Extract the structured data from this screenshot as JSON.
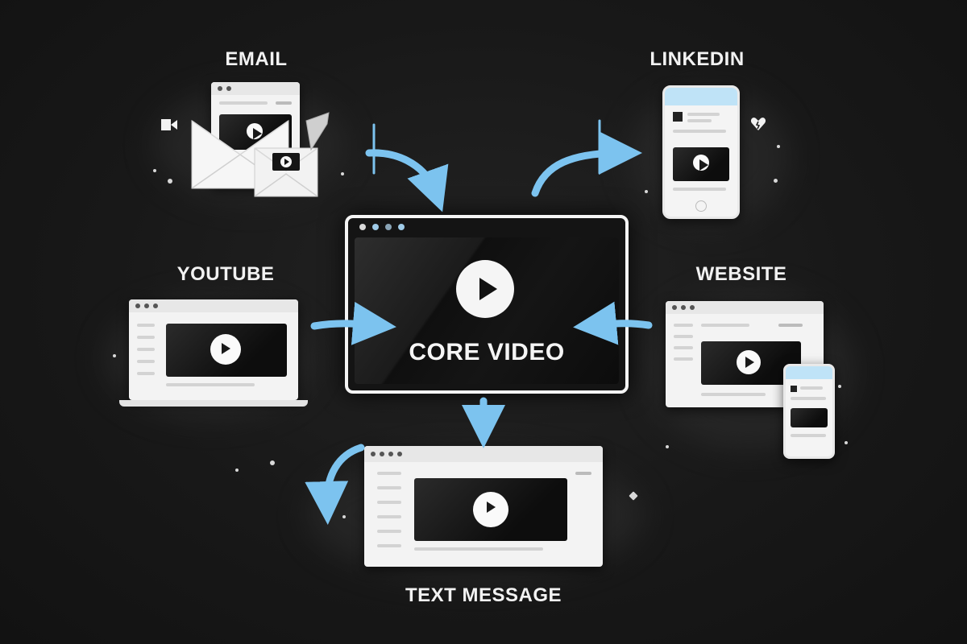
{
  "labels": {
    "email": "EMAIL",
    "linkedin": "LINKEDIN",
    "youtube": "YOUTUBE",
    "website": "WEBSITE",
    "text_message": "TEXT MESSAGE"
  },
  "core": {
    "title": "CORE VIDEO"
  },
  "colors": {
    "background": "#181818",
    "arrow": "#7cc3ef",
    "frame": "#f5f5f5",
    "dot_blue": "#8cc9ee",
    "dot_gray": "#7a7a7a"
  },
  "icons": [
    "envelope-icon",
    "phone-icon",
    "laptop-icon",
    "browser-icon",
    "play-icon",
    "arrow-icon"
  ]
}
